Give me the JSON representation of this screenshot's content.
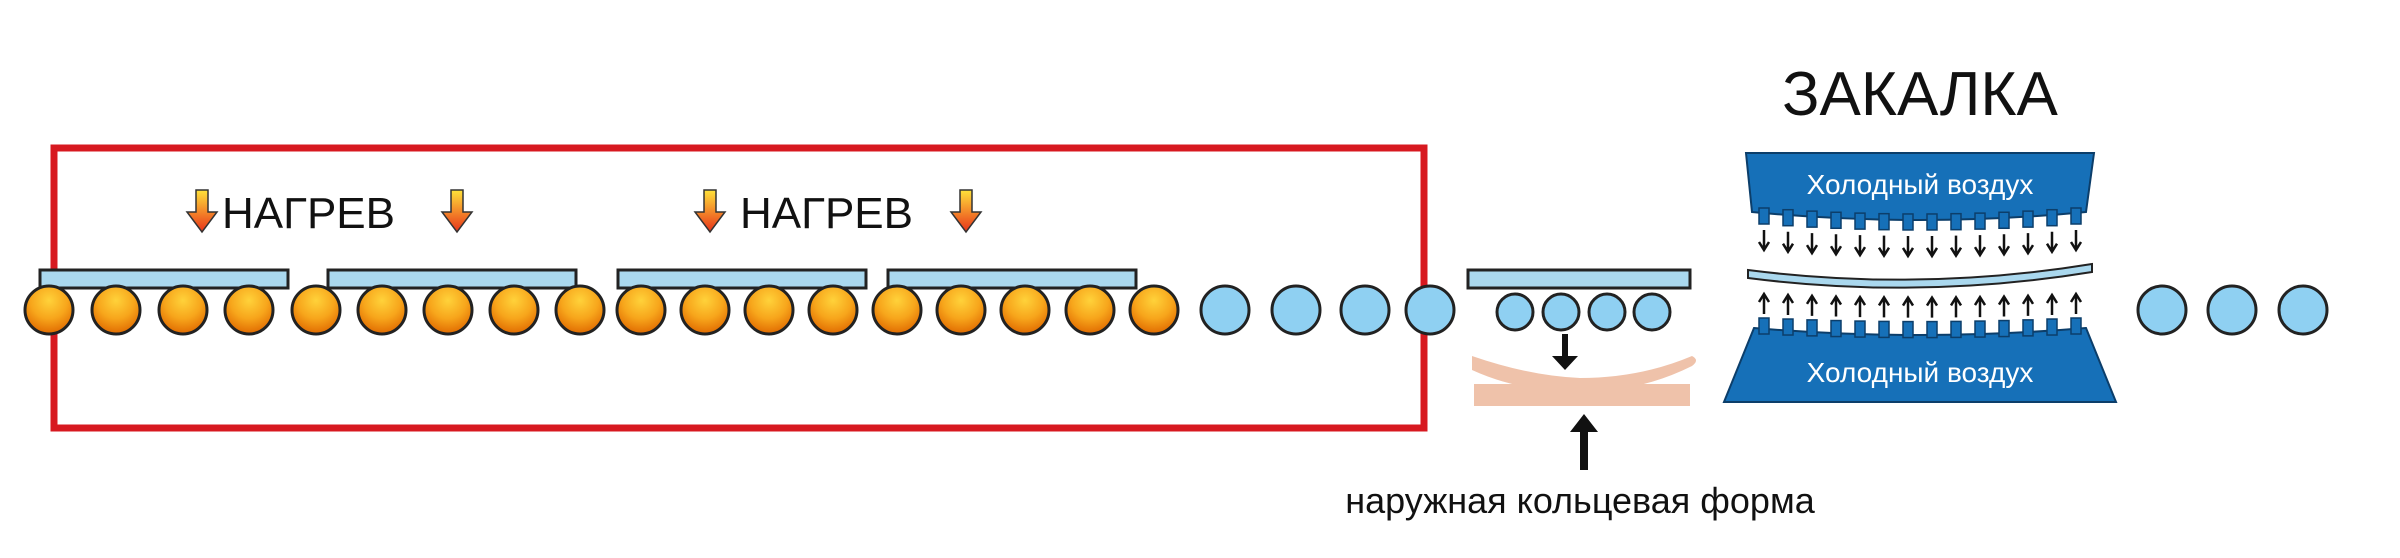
{
  "title_quench": "ЗАКАЛКА",
  "heat_labels": [
    "НАГРЕВ",
    "НАГРЕВ"
  ],
  "cold_air_labels": [
    "Холодный воздух",
    "Холодный воздух"
  ],
  "mold_label": "наружная кольцевая форма",
  "colors": {
    "furnace_border": "#d71920",
    "hot_roller": "#f08c00",
    "cold_roller": "#8fd0f2",
    "glass_plate": "#aad8ee",
    "blower": "#1670b8",
    "mold": "#efc2aa",
    "heat_arrow": "#f7a21b"
  },
  "icons": {
    "heat": "down-arrow-icon",
    "press": "down-arrow-icon",
    "lift": "up-arrow-icon"
  }
}
